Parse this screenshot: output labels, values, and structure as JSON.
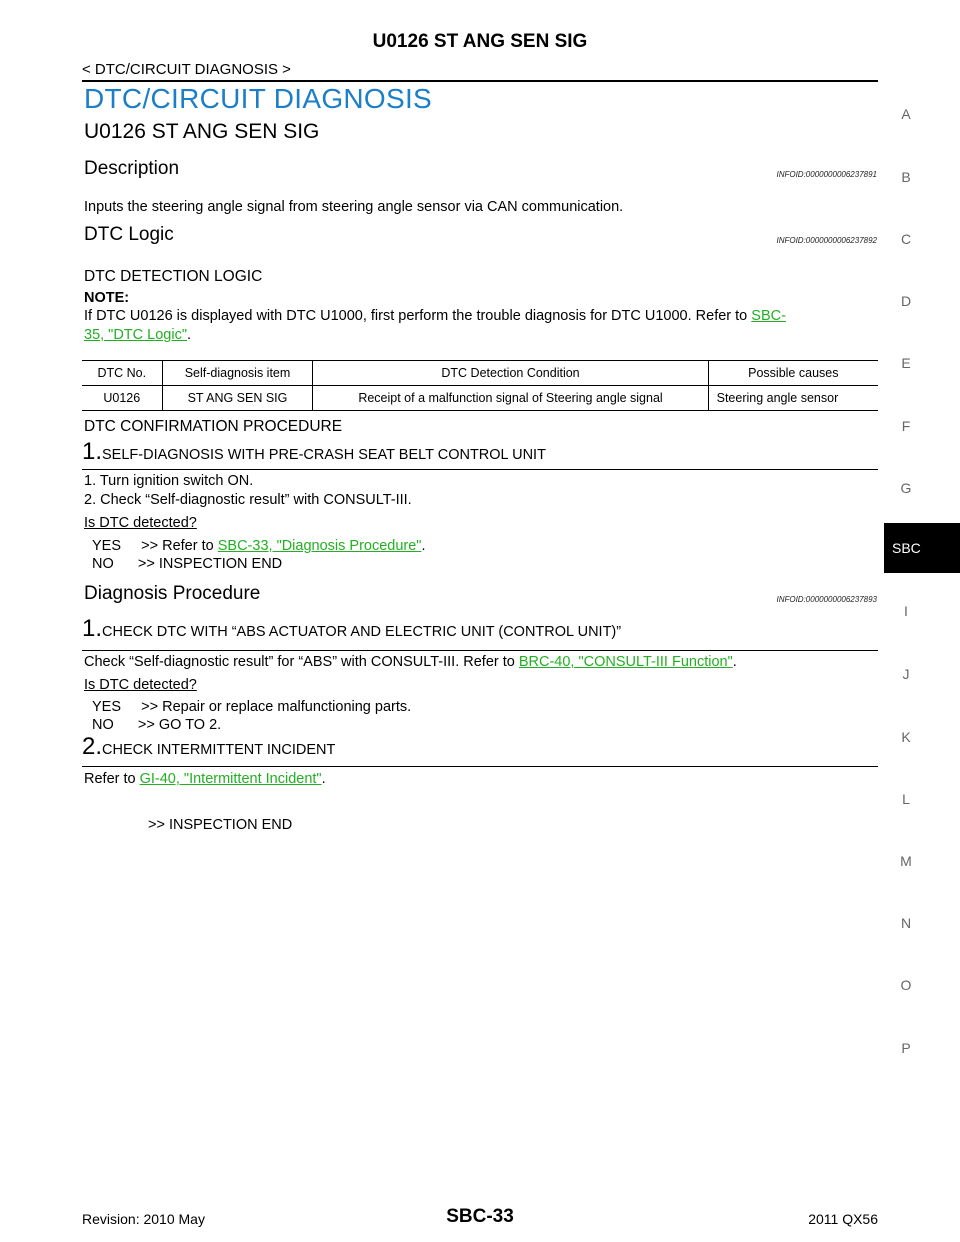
{
  "header": {
    "title": "U0126 ST ANG SEN SIG",
    "breadcrumb": "< DTC/CIRCUIT DIAGNOSIS >"
  },
  "section": {
    "title": "DTC/CIRCUIT DIAGNOSIS",
    "subtitle": "U0126 ST ANG SEN SIG"
  },
  "description": {
    "heading": "Description",
    "infoid": "INFOID:0000000006237891",
    "text": "Inputs the steering angle signal from steering angle sensor via CAN communication."
  },
  "dtc_logic": {
    "heading": "DTC Logic",
    "infoid": "INFOID:0000000006237892",
    "detection_heading": "DTC DETECTION LOGIC",
    "note_label": "NOTE:",
    "note_text": "If DTC U0126 is displayed with DTC U1000, first perform the trouble diagnosis for DTC U1000. Refer to ",
    "note_link_part1": "SBC-",
    "note_link_part2": "35, \"DTC Logic\"",
    "note_end": ".",
    "table": {
      "headers": [
        "DTC No.",
        "Self-diagnosis item",
        "DTC Detection Condition",
        "Possible causes"
      ],
      "rows": [
        [
          "U0126",
          "ST ANG SEN SIG",
          "Receipt of a malfunction signal of Steering angle signal",
          "Steering angle sensor"
        ]
      ]
    },
    "confirmation_heading": "DTC CONFIRMATION PROCEDURE",
    "step1_num": "1.",
    "step1_title": "SELF-DIAGNOSIS WITH PRE-CRASH SEAT BELT CONTROL UNIT",
    "step1_items": [
      "1.   Turn ignition switch ON.",
      "2.   Check “Self-diagnostic result” with CONSULT-III."
    ],
    "question": "Is DTC detected?",
    "yes_prefix": "YES     >> Refer to ",
    "yes_link": "SBC-33, \"Diagnosis Procedure\"",
    "yes_end": ".",
    "no_text": "NO      >> INSPECTION END"
  },
  "diagnosis": {
    "heading": "Diagnosis Procedure",
    "infoid": "INFOID:0000000006237893",
    "step1_num": "1.",
    "step1_title": "CHECK DTC WITH “ABS ACTUATOR AND ELECTRIC UNIT (CONTROL UNIT)”",
    "step1_text": "Check “Self-diagnostic result” for “ABS” with CONSULT-III. Refer to ",
    "step1_link": "BRC-40, \"CONSULT-III Function\"",
    "step1_end": ".",
    "question": "Is DTC detected?",
    "yes_text": "YES     >> Repair or replace malfunctioning parts.",
    "no_text": "NO      >> GO TO 2.",
    "step2_num": "2.",
    "step2_title": "CHECK INTERMITTENT INCIDENT",
    "step2_text": "Refer to ",
    "step2_link": "GI-40, \"Intermittent Incident\"",
    "step2_end": ".",
    "end_text": ">> INSPECTION END"
  },
  "side_index": {
    "letters": [
      "A",
      "B",
      "C",
      "D",
      "E",
      "F",
      "G",
      "I",
      "J",
      "K",
      "L",
      "M",
      "N",
      "O",
      "P"
    ],
    "active": "SBC"
  },
  "footer": {
    "revision": "Revision: 2010 May",
    "page": "SBC-33",
    "model": "2011 QX56"
  },
  "colors": {
    "section_title": "#1a7fc8",
    "link": "#22b022",
    "active_tab_bg": "#000000"
  }
}
